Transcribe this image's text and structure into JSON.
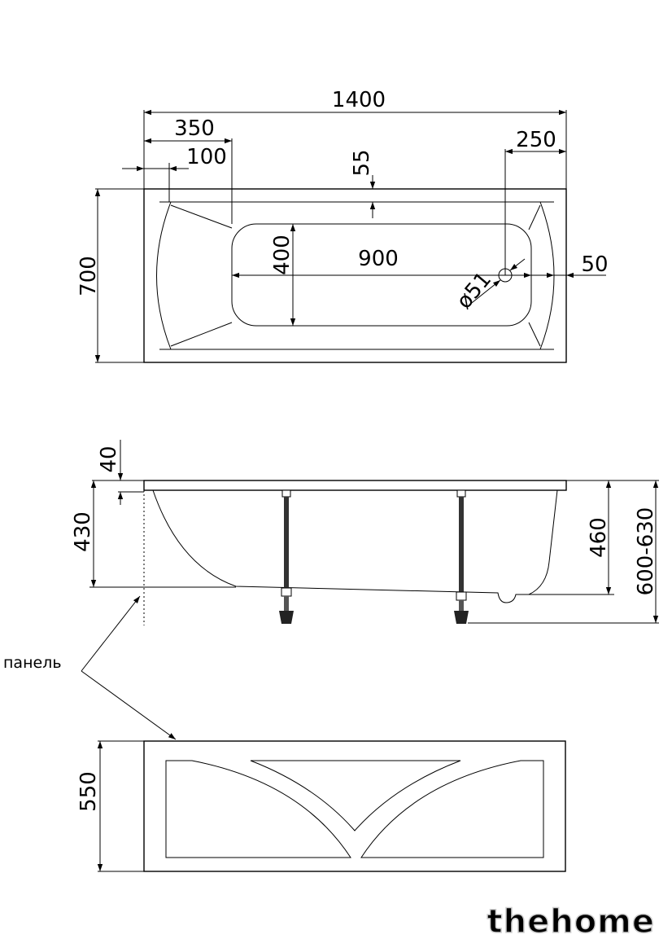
{
  "top_view": {
    "overall_length": "1400",
    "edge_to_basin": "350",
    "rim_offset": "100",
    "rim_width": "55",
    "drain_offset": "250",
    "overall_width": "700",
    "basin_width": "400",
    "basin_length": "900",
    "drain_diameter": "ø51",
    "drain_edge": "50"
  },
  "side_view": {
    "rim_height": "40",
    "front_height": "430",
    "bowl_depth": "460",
    "total_height": "600-630",
    "panel_label": "панель"
  },
  "panel_view": {
    "panel_height": "550"
  },
  "watermark": "thehome"
}
